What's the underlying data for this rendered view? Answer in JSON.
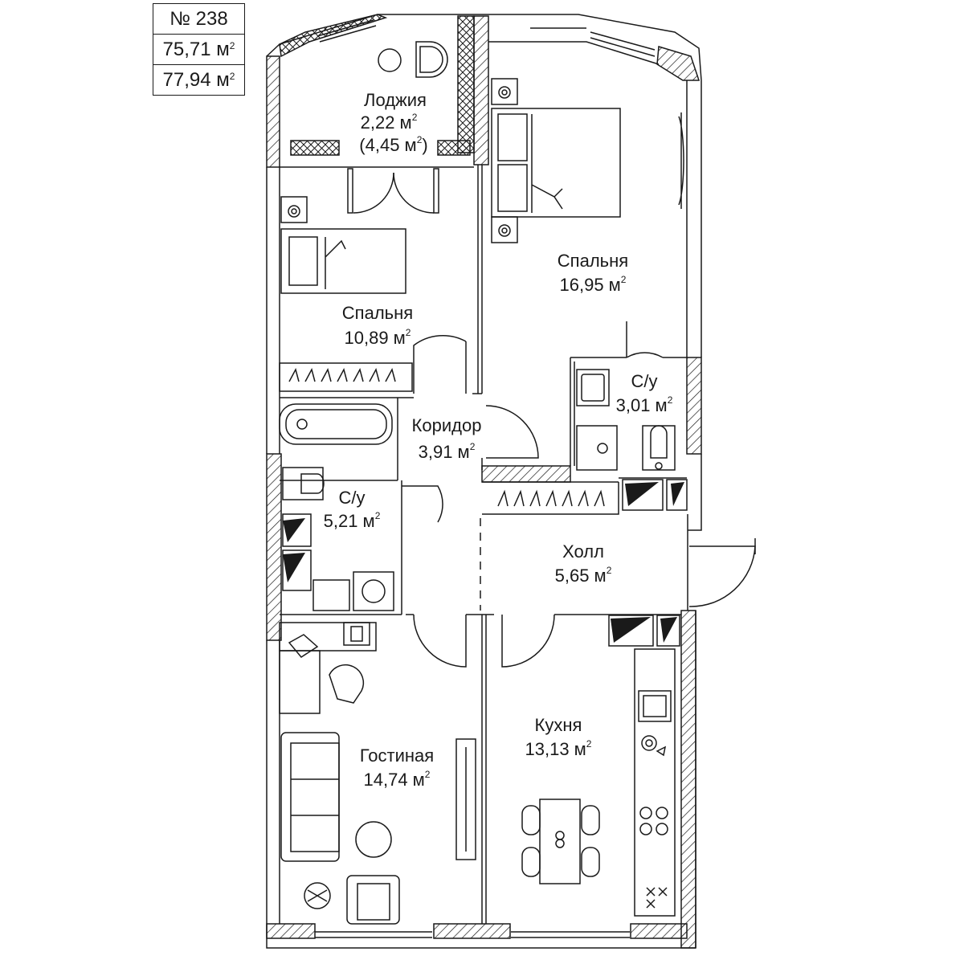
{
  "apartment": {
    "number": "№ 238",
    "area_living": "75,71 м",
    "area_total": "77,94 м",
    "unit_power": "2"
  },
  "rooms": {
    "loggia": {
      "name": "Лоджия",
      "area": "2,22 м",
      "area_full": "(4,45 м",
      "area_full_close": ")"
    },
    "bedroom_small": {
      "name": "Спальня",
      "area": "10,89 м"
    },
    "bedroom_large": {
      "name": "Спальня",
      "area": "16,95 м"
    },
    "bathroom_small": {
      "name": "С/у",
      "area": "3,01 м"
    },
    "corridor": {
      "name": "Коридор",
      "area": "3,91 м"
    },
    "bathroom_large": {
      "name": "С/у",
      "area": "5,21 м"
    },
    "hall": {
      "name": "Холл",
      "area": "5,65 м"
    },
    "kitchen": {
      "name": "Кухня",
      "area": "13,13 м"
    },
    "living": {
      "name": "Гостиная",
      "area": "14,74 м"
    }
  },
  "colors": {
    "wall_fill": "#ffffff",
    "line": "#1a1a1a",
    "hatch": "#1a1a1a"
  }
}
